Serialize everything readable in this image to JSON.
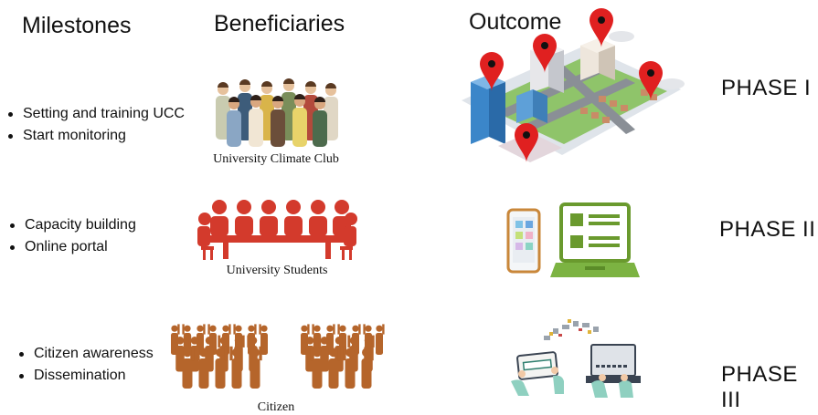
{
  "headers": {
    "milestones": "Milestones",
    "beneficiaries": "Beneficiaries",
    "outcome": "Outcome"
  },
  "rows": [
    {
      "milestones": [
        "Setting and training UCC",
        "Start monitoring"
      ],
      "beneficiary_caption": "University Climate Club",
      "phase": "PHASE I"
    },
    {
      "milestones": [
        "Capacity building",
        "Online portal"
      ],
      "beneficiary_caption": "University Students",
      "phase": "PHASE II"
    },
    {
      "milestones": [
        "Citizen awareness",
        "Dissemination"
      ],
      "beneficiary_caption": "Citizen",
      "phase": "PHASE III"
    }
  ],
  "icons": {
    "row1_beneficiary": "group-of-people-illustration",
    "row1_outcome": "city-map-pins-illustration",
    "row2_beneficiary": "meeting-table-icon",
    "row2_outcome": "phone-laptop-portal-icon",
    "row3_beneficiary": "crowd-icon",
    "row3_outcome": "data-transfer-illustration"
  },
  "colors": {
    "meeting_red": "#d33a2c",
    "crowd_brown": "#b5652b",
    "portal_green": "#6a9a2e",
    "pin_red": "#e02020"
  }
}
